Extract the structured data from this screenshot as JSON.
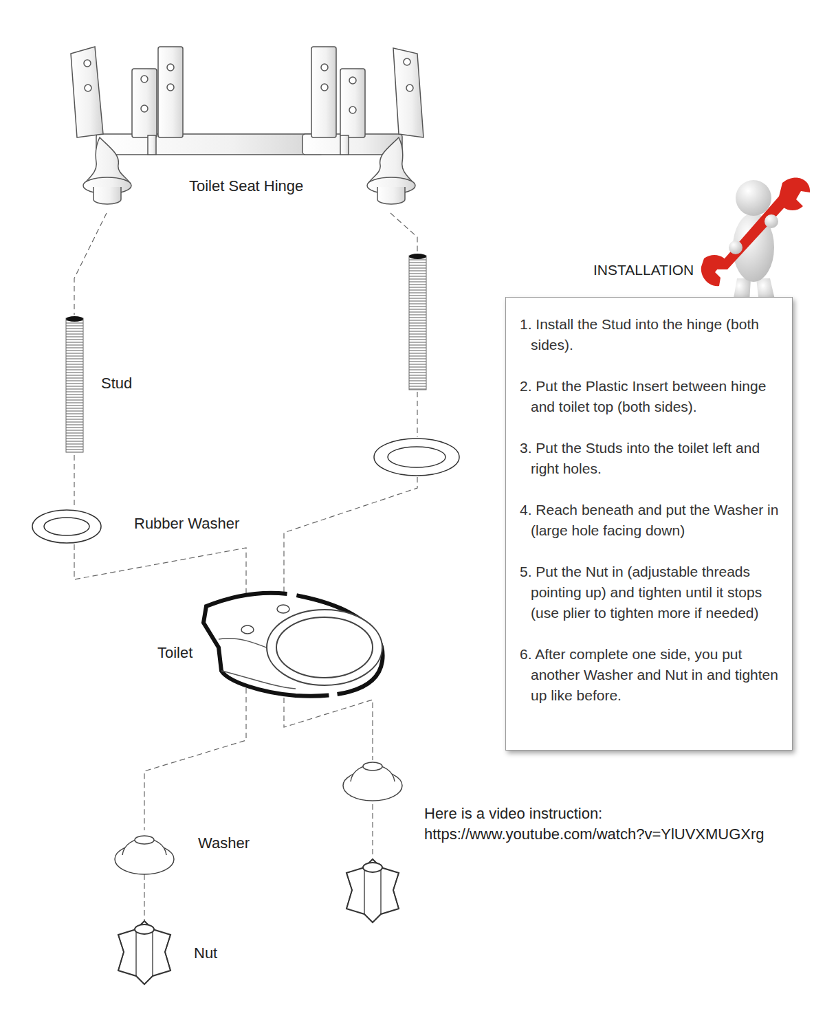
{
  "diagram": {
    "nodes": [
      {
        "text": [
          "INSTALLATION",
          "1. Install the Stud into the hinge (both sides).",
          "2. Put the Plastic Insert between hinge and toilet top (both sides).",
          "3. Put the Studs into the toilet left and right holes.",
          "4. Reach beneath and put the Washer in (large hole facing down)",
          "5. Put the Nut in (adjustable threads pointing up) and tighten until it stops (use plier to tighten more if needed)",
          "6. After complete one side, you put another Washer and Nut in and tighten up like before."
        ]
      }
    ],
    "labels": [
      "Toilet Seat Hinge",
      "Stud",
      "Rubber Washer",
      "Toilet",
      "Washer",
      "Nut",
      "Here is a video instruction:",
      "https://www.youtube.com/watch?v=YlUVXMUGXrg"
    ]
  }
}
